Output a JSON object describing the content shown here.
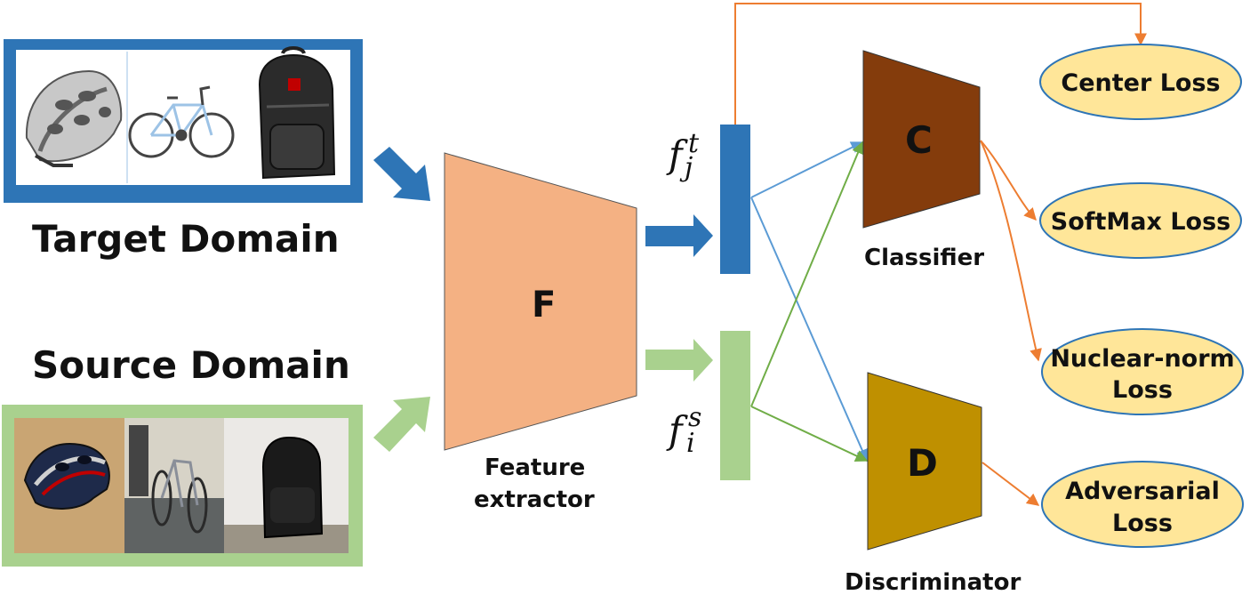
{
  "target_domain": {
    "label": "Target Domain",
    "images": [
      "helmet-icon",
      "bicycle-icon",
      "backpack-icon"
    ],
    "border_color": "#2E75B6"
  },
  "source_domain": {
    "label": "Source Domain",
    "images": [
      "helmet-photo",
      "bicycle-photo",
      "backpack-photo"
    ],
    "border_color": "#A9D18E"
  },
  "feature_extractor": {
    "symbol": "F",
    "caption_line1": "Feature",
    "caption_line2": "extractor",
    "color": "#F4B183"
  },
  "features": {
    "target": {
      "base": "f",
      "sub": "j",
      "sup": "t",
      "color": "#2E75B6"
    },
    "source": {
      "base": "f",
      "sub": "i",
      "sup": "s",
      "color": "#A9D18E"
    }
  },
  "classifier": {
    "symbol": "C",
    "caption": "Classifier",
    "color": "#843C0C"
  },
  "discriminator": {
    "symbol": "D",
    "caption": "Discriminator",
    "color": "#BF9000"
  },
  "losses": {
    "center": {
      "line1": "Center Loss",
      "line2": ""
    },
    "softmax": {
      "line1": "SoftMax Loss",
      "line2": ""
    },
    "nuclear": {
      "line1": "Nuclear-norm",
      "line2": "Loss"
    },
    "adversarial": {
      "line1": "Adversarial",
      "line2": "Loss"
    },
    "fill": "#FFE699",
    "stroke": "#2E75B6"
  },
  "arrow_colors": {
    "blue": "#5B9BD5",
    "green": "#70AD47",
    "orange": "#ED7D31"
  }
}
